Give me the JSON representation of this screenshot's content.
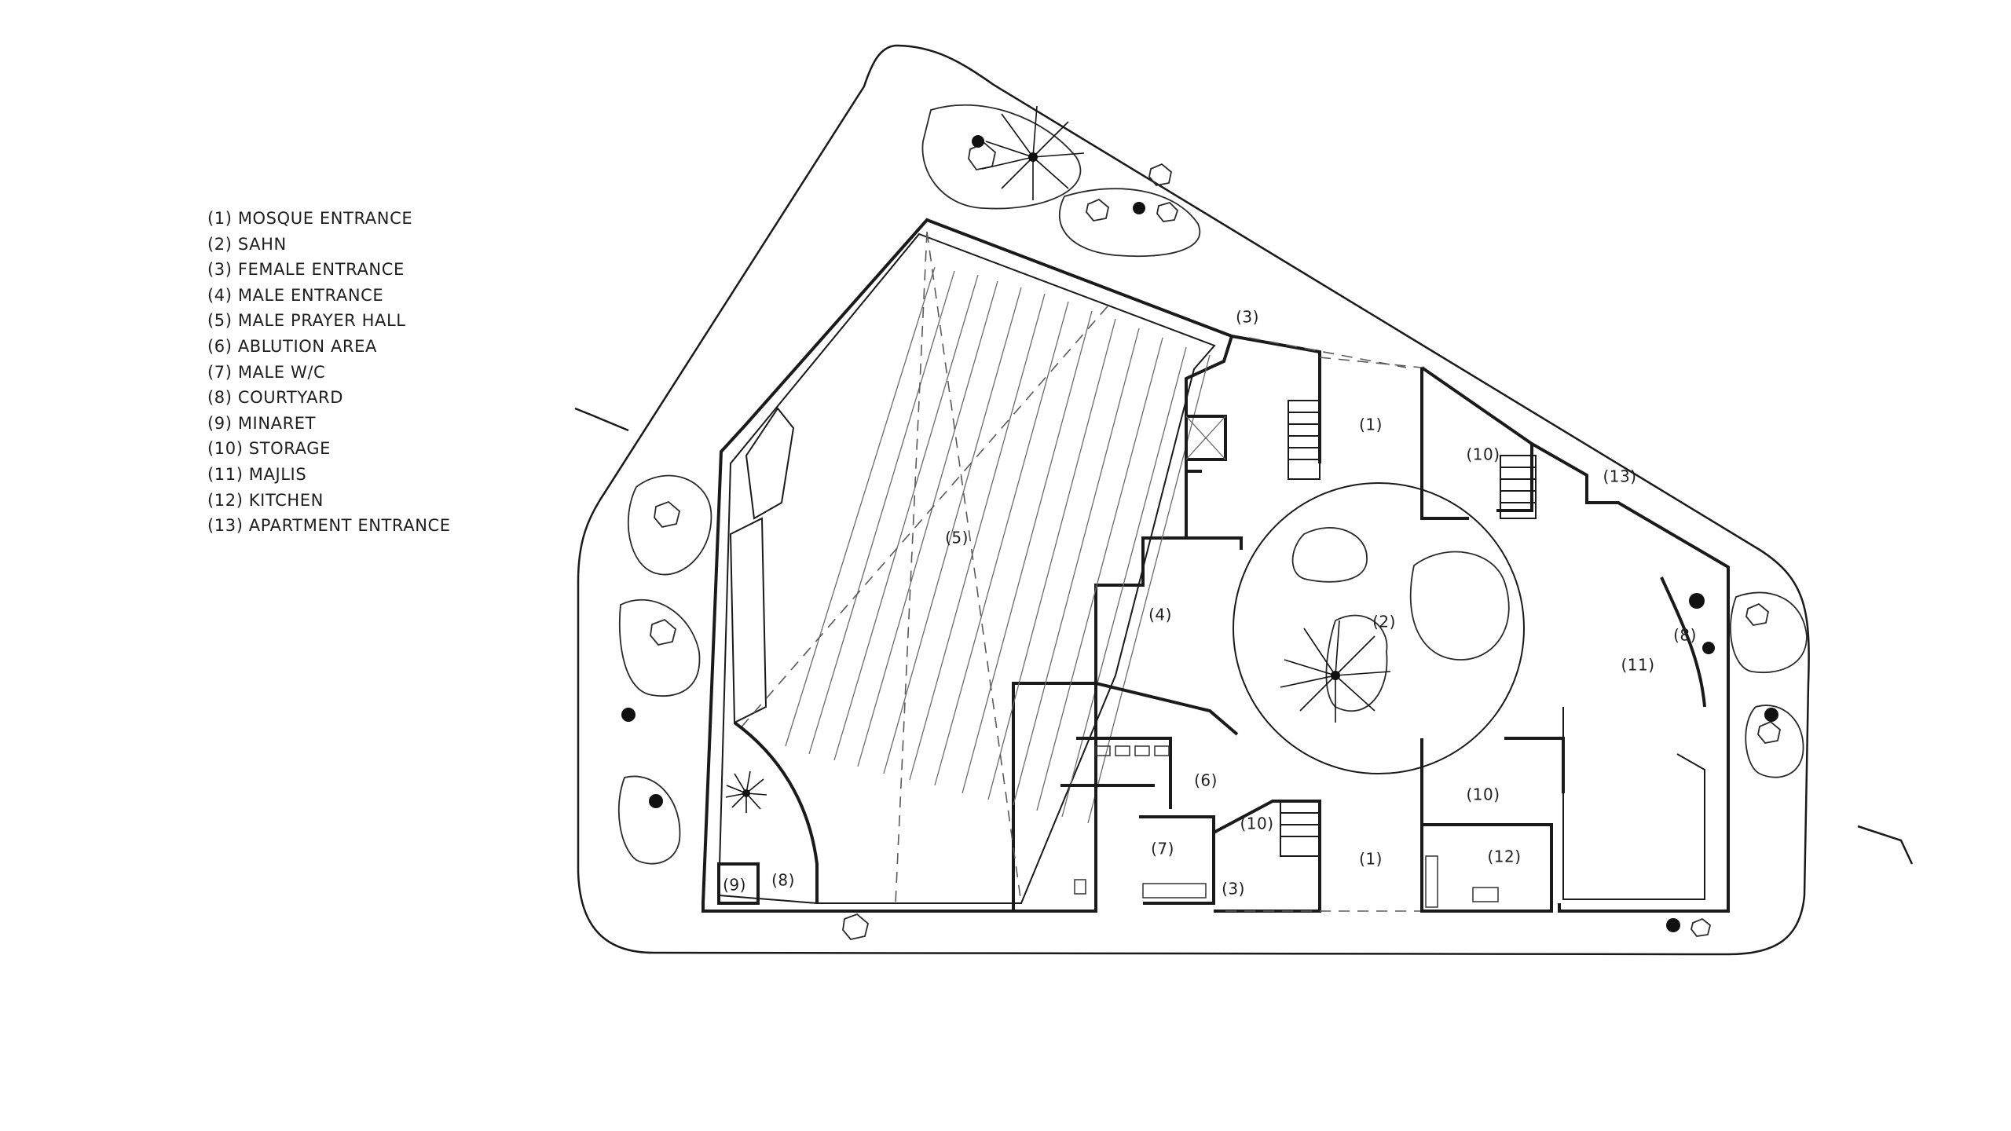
{
  "legend": [
    "(1) MOSQUE ENTRANCE",
    "(2) SAHN",
    "(3) FEMALE ENTRANCE",
    "(4) MALE ENTRANCE",
    "(5) MALE PRAYER HALL",
    "(6) ABLUTION AREA",
    "(7) MALE W/C",
    "(8) COURTYARD",
    "(9) MINARET",
    "(10) STORAGE",
    "(11) MAJLIS",
    "(12) KITCHEN",
    "(13) APARTMENT ENTRANCE"
  ],
  "labels": {
    "mosque_entrance_north": "(1)",
    "mosque_entrance_south": "(1)",
    "sahn": "(2)",
    "female_entrance_north": "(3)",
    "female_entrance_south": "(3)",
    "male_entrance": "(4)",
    "male_prayer_hall": "(5)",
    "ablution_area": "(6)",
    "male_wc": "(7)",
    "courtyard_west": "(8)",
    "courtyard_east": "(8)",
    "minaret": "(9)",
    "storage_north": "(10)",
    "storage_mid": "(10)",
    "storage_south": "(10)",
    "majlis": "(11)",
    "kitchen": "(12)",
    "apartment_entrance": "(13)"
  }
}
